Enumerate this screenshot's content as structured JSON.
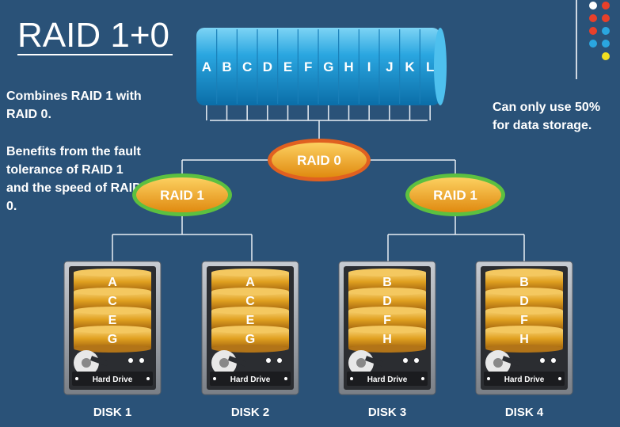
{
  "title": "RAID 1+0",
  "description": {
    "line1": "Combines RAID 1 with RAID 0.",
    "line2": "Benefits from the fault tolerance of RAID 1 and the speed of RAID 0."
  },
  "note": "Can only use 50% for data storage.",
  "array_blocks": [
    "A",
    "B",
    "C",
    "D",
    "E",
    "F",
    "G",
    "H",
    "I",
    "J",
    "K",
    "L"
  ],
  "raid0_label": "RAID 0",
  "raid1_labels": [
    "RAID 1",
    "RAID 1"
  ],
  "disks": [
    {
      "name": "DISK 1",
      "blocks": [
        "A",
        "C",
        "E",
        "G"
      ],
      "caption": "Hard Drive"
    },
    {
      "name": "DISK 2",
      "blocks": [
        "A",
        "C",
        "E",
        "G"
      ],
      "caption": "Hard Drive"
    },
    {
      "name": "DISK 3",
      "blocks": [
        "B",
        "D",
        "F",
        "H"
      ],
      "caption": "Hard Drive"
    },
    {
      "name": "DISK 4",
      "blocks": [
        "B",
        "D",
        "F",
        "H"
      ],
      "caption": "Hard Drive"
    }
  ],
  "colors": {
    "background": "#2a5278",
    "array_cylinder": "#2aa6e0",
    "raid_oval": "#f0a020",
    "raid1_ring": "#5cc040",
    "raid0_ring": "#e06020",
    "disk_gold": "#e0a020"
  }
}
